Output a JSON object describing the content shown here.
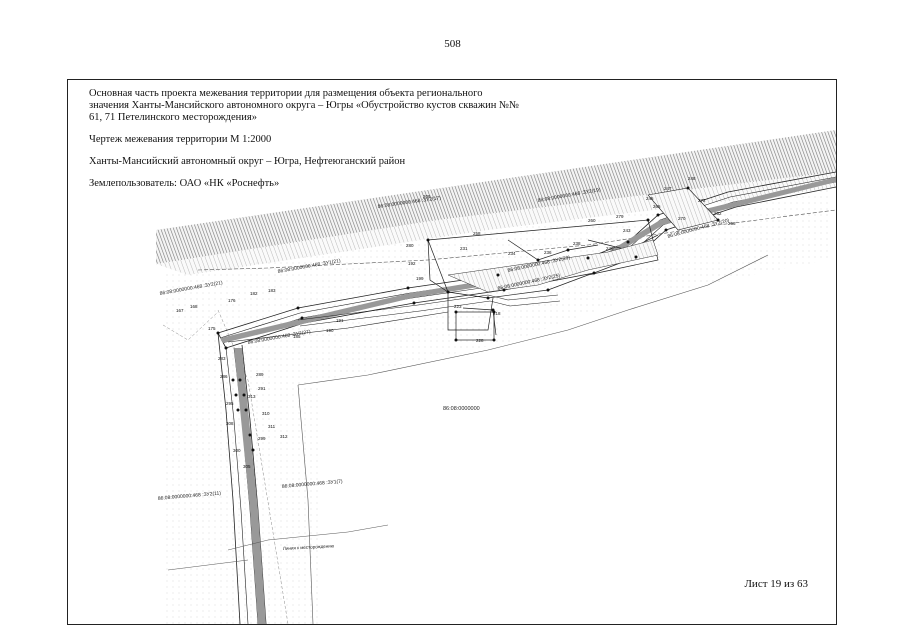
{
  "page": {
    "number": "508"
  },
  "header": {
    "title_line1": "Основная часть проекта межевания территории для размещения объекта регионального",
    "title_line2": "значения Ханты-Мансийского автономного округа – Югры «Обустройство кустов скважин №№",
    "title_line3": "61, 71 Петелинского месторождения»",
    "scale": "Чертеж межевания территории М 1:2000",
    "region": "Ханты-Мансийский автономный округ – Югра, Нефтеюганский район",
    "land_user": "Землепользователь: ОАО «НК «Роснефть»"
  },
  "drawing": {
    "area_label": "86:08:0000000",
    "cadastral_labels": [
      "86:08:0000000:468 :ЗУ2(21)",
      "86:08:0000000:468 :ЗУ1(21)",
      "86:08:0000000:468 :ЗУ2(29)",
      "86:08:0000000:468 :ЗУ2(25)",
      "86:08:0000000:468 :ЗУ2(27)",
      "86:08:0000000:468 :ЗУ2(17)",
      "86:08:0000000:468 :ЗУ2(19)",
      "86:08:0000000:468 :ЗУ2(20)",
      "86:08:0000000:468 :ЗУ2(11)",
      "86:08:0000000:468 :ЗУ1(7)"
    ],
    "road_label": "Линия к месторождению",
    "point_labels": [
      "167",
      "168",
      "175",
      "176",
      "182",
      "183",
      "185",
      "190",
      "191",
      "192",
      "199",
      "209",
      "218",
      "223",
      "228",
      "231",
      "234",
      "236",
      "238",
      "240",
      "243",
      "245",
      "247",
      "248",
      "252",
      "256",
      "258",
      "260",
      "265",
      "270",
      "272",
      "279",
      "280",
      "283",
      "286",
      "289",
      "291",
      "295",
      "299",
      "300",
      "305",
      "308",
      "310",
      "311",
      "312",
      "313"
    ]
  },
  "footer": {
    "sheet_count": "Лист 19 из 63"
  }
}
